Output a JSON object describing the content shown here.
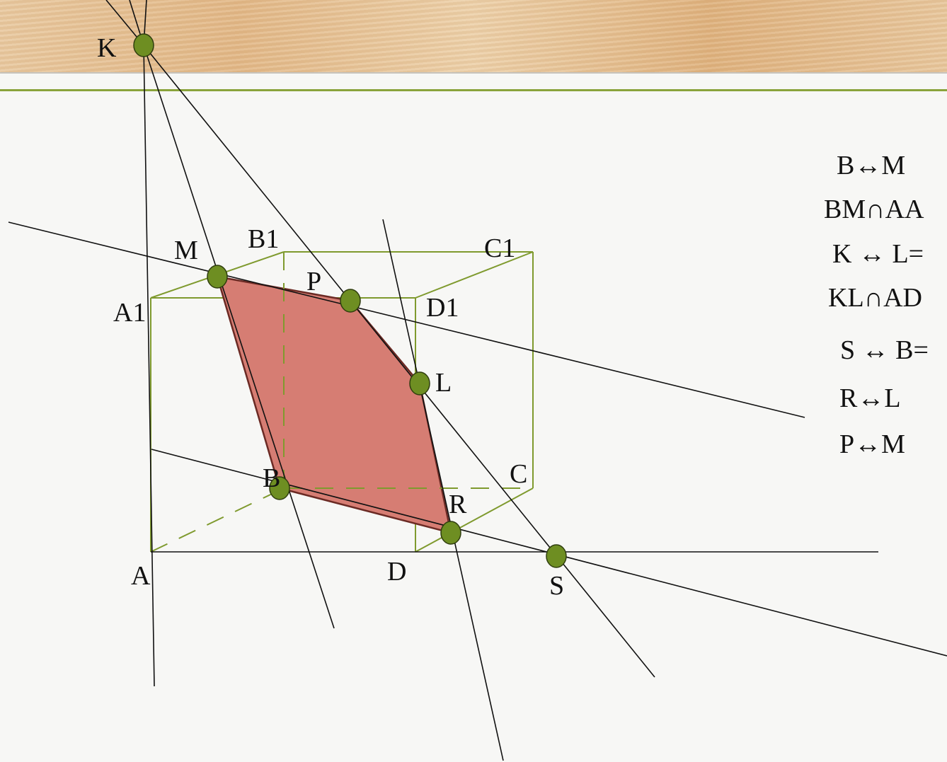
{
  "points": {
    "K": "K",
    "M": "M",
    "B1": "B1",
    "C1": "C1",
    "P": "P",
    "A1": "A1",
    "D1": "D1",
    "L": "L",
    "B": "B",
    "C": "C",
    "R": "R",
    "A": "A",
    "D": "D",
    "S": "S"
  },
  "relations": [
    {
      "text": "B↔M"
    },
    {
      "text": "BM∩AA"
    },
    {
      "text": "K ↔ L="
    },
    {
      "text": "KL∩AD"
    },
    {
      "text": "S ↔ B="
    },
    {
      "text": "R↔L"
    },
    {
      "text": "P↔M"
    }
  ],
  "colors": {
    "cube": "#7f9a2e",
    "section_fill": "#d67d73",
    "point_fill": "#6e8e22",
    "lines": "#111111"
  }
}
